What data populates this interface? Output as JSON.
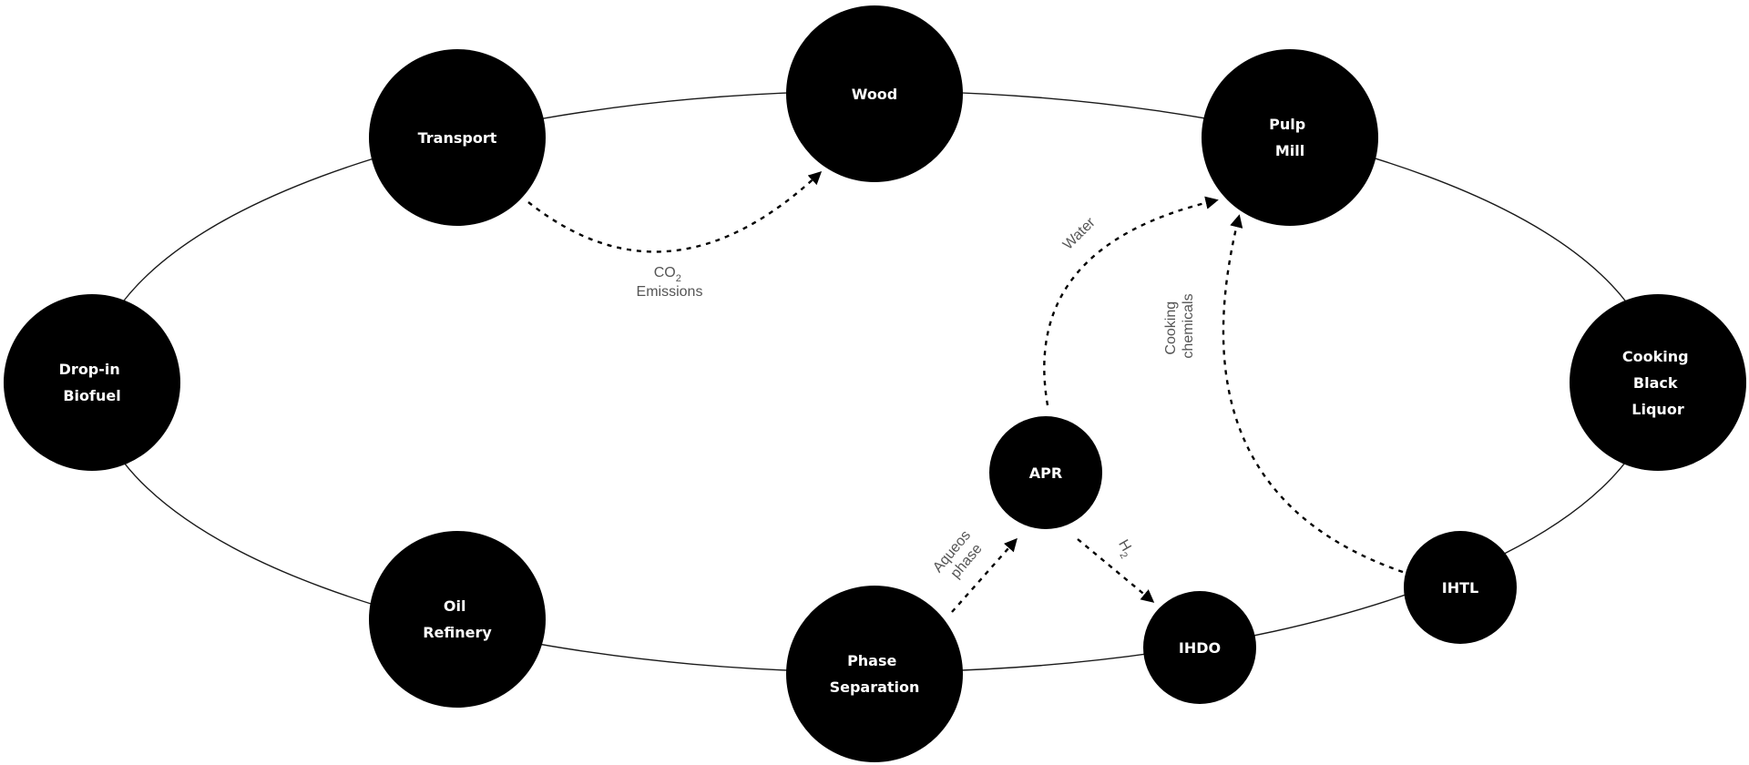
{
  "nodes": {
    "wood": {
      "lines": [
        "Wood"
      ]
    },
    "pulp_mill": {
      "lines": [
        "Pulp",
        "Mill"
      ]
    },
    "cooking_black_liquor": {
      "lines": [
        "Cooking",
        "Black",
        "Liquor"
      ]
    },
    "ihtl": {
      "lines": [
        "IHTL"
      ]
    },
    "ihdo": {
      "lines": [
        "IHDO"
      ]
    },
    "phase_separation": {
      "lines": [
        "Phase",
        "Separation"
      ]
    },
    "oil_refinery": {
      "lines": [
        "Oil",
        "Refinery"
      ]
    },
    "drop_in_biofuel": {
      "lines": [
        "Drop-in",
        "Biofuel"
      ]
    },
    "transport": {
      "lines": [
        "Transport"
      ]
    },
    "apr": {
      "lines": [
        "APR"
      ]
    }
  },
  "flows": {
    "co2_emissions": {
      "lines": [
        "CO",
        "Emissions"
      ],
      "subscript": "2"
    },
    "water": {
      "lines": [
        "Water"
      ]
    },
    "cooking_chemicals": {
      "lines": [
        "Cooking",
        "chemicals"
      ]
    },
    "aqueous_phase": {
      "lines": [
        "Aqueos",
        "phase"
      ]
    },
    "h2": {
      "lines": [
        "H"
      ],
      "subscript": "2"
    }
  },
  "colors": {
    "node_fill": "#000000",
    "node_text": "#ffffff",
    "line": "#1a1a1a",
    "flow_label": "#555555",
    "background": "#ffffff"
  }
}
